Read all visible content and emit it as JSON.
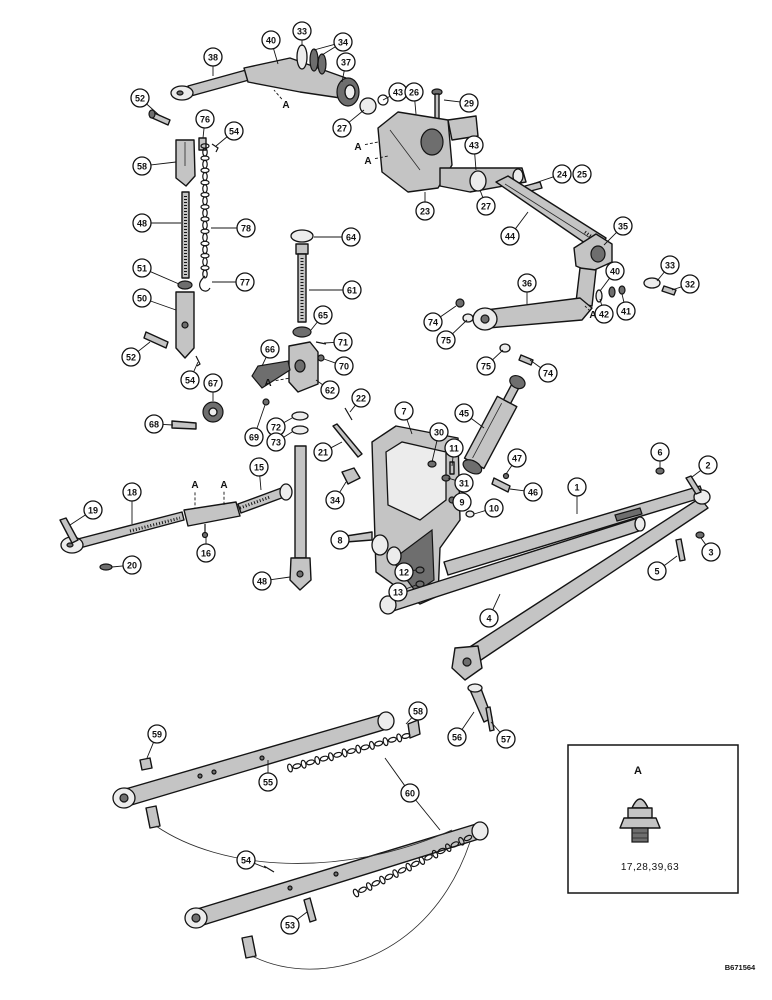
{
  "callouts": [
    "38",
    "40",
    "33",
    "34",
    "37",
    "52",
    "76",
    "54",
    "43",
    "26",
    "29",
    "27",
    "58",
    "43",
    "24",
    "25",
    "23",
    "27",
    "78",
    "48",
    "64",
    "44",
    "35",
    "51",
    "77",
    "61",
    "33",
    "32",
    "40",
    "36",
    "50",
    "41",
    "42",
    "74",
    "75",
    "65",
    "71",
    "52",
    "66",
    "70",
    "75",
    "74",
    "54",
    "67",
    "62",
    "68",
    "69",
    "72",
    "73",
    "22",
    "7",
    "45",
    "30",
    "11",
    "21",
    "31",
    "6",
    "2",
    "47",
    "15",
    "18",
    "34",
    "1",
    "46",
    "9",
    "10",
    "19",
    "16",
    "8",
    "3",
    "20",
    "12",
    "5",
    "48",
    "13",
    "4",
    "56",
    "57",
    "58",
    "59",
    "55",
    "60",
    "54",
    "53"
  ],
  "reference_marks": [
    "A",
    "A",
    "A",
    "A",
    "A",
    "A",
    "A"
  ],
  "inset": {
    "label": "A",
    "caption": "17,28,39,63"
  },
  "drawing_number": "B671564"
}
